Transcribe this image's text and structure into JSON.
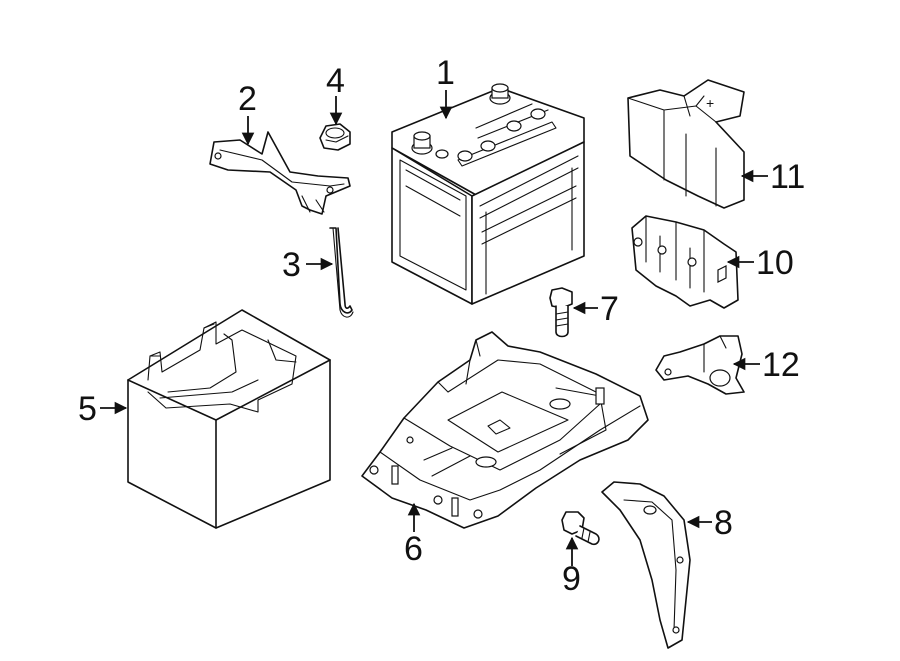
{
  "diagram": {
    "type": "exploded-parts-diagram",
    "background": "#ffffff",
    "line_color": "#111111",
    "callouts": [
      {
        "id": "1",
        "label": "1"
      },
      {
        "id": "2",
        "label": "2"
      },
      {
        "id": "3",
        "label": "3"
      },
      {
        "id": "4",
        "label": "4"
      },
      {
        "id": "5",
        "label": "5"
      },
      {
        "id": "6",
        "label": "6"
      },
      {
        "id": "7",
        "label": "7"
      },
      {
        "id": "8",
        "label": "8"
      },
      {
        "id": "9",
        "label": "9"
      },
      {
        "id": "10",
        "label": "10"
      },
      {
        "id": "11",
        "label": "11"
      },
      {
        "id": "12",
        "label": "12"
      }
    ]
  }
}
